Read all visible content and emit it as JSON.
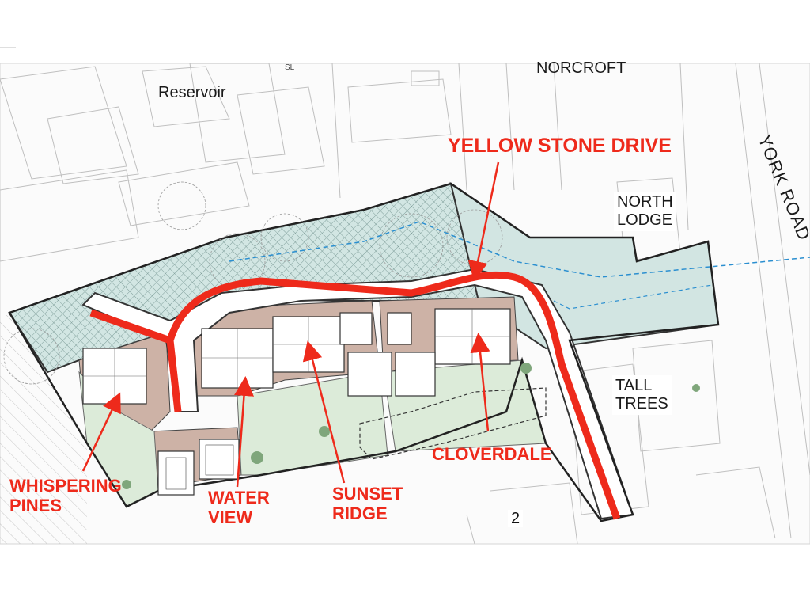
{
  "labels": {
    "norcroft": "NORCROFT",
    "reservoir": "Reservoir",
    "york_road": "YORK ROAD",
    "north_lodge": [
      "NORTH",
      "LODGE"
    ],
    "tall_trees": [
      "TALL",
      "TREES"
    ],
    "sl": "SL",
    "page_number": "2"
  },
  "plot_labels": {
    "yellow_stone_drive": "YELLOW STONE DRIVE",
    "whispering_pines": [
      "WHISPERING",
      "PINES"
    ],
    "water_view": [
      "WATER",
      "VIEW"
    ],
    "sunset_ridge": [
      "SUNSET",
      "RIDGE"
    ],
    "cloverdale": "CLOVERDALE"
  },
  "colors": {
    "accent_red": "#ee2a1b",
    "plot_brown": "#cdb2a6",
    "garden_green": "#dcebd9",
    "protected_area": "#cfe4e1",
    "road_white": "#ffffff"
  }
}
